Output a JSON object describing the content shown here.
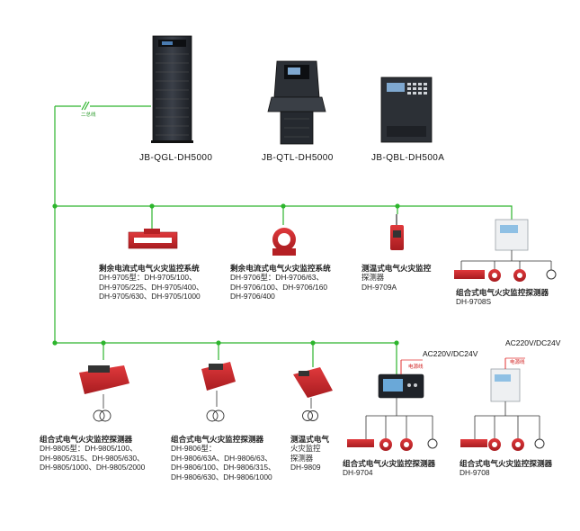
{
  "colors": {
    "bus": "#2db52d",
    "device_red": "#c8262a",
    "cabinet": "#262a30",
    "power_line": "#e03030"
  },
  "bus_label": "二总线",
  "controllers": [
    {
      "model": "JB-QGL-DH5000"
    },
    {
      "model": "JB-QTL-DH5000"
    },
    {
      "model": "JB-QBL-DH500A"
    }
  ],
  "row1": [
    {
      "title": "剩余电流式电气火灾监控系统",
      "lines": [
        "DH-9705型：DH-9705/100、",
        "DH-9705/225、DH-9705/400、",
        "DH-9705/630、DH-9705/1000"
      ]
    },
    {
      "title": "剩余电流式电气火灾监控系统",
      "lines": [
        "DH-9706型：DH-9706/63、",
        "DH-9706/100、DH-9706/160",
        "DH-9706/400"
      ]
    },
    {
      "title": "测温式电气火灾监控",
      "lines": [
        "探测器",
        "DH-9709A"
      ]
    },
    {
      "title": "组合式电气火灾监控探测器",
      "lines": [
        "DH-9708S"
      ]
    }
  ],
  "row2": [
    {
      "title": "组合式电气火灾监控探测器",
      "lines": [
        "DH-9805型：DH-9805/100、",
        "DH-9805/315、DH-9805/630、",
        "DH-9805/1000、DH-9805/2000"
      ]
    },
    {
      "title": "组合式电气火灾监控探测器",
      "lines": [
        "DH-9806型：",
        "DH-9806/63A、DH-9806/63、",
        "DH-9806/100、DH-9806/315、",
        "DH-9806/630、DH-9806/1000"
      ]
    },
    {
      "title": "测温式电气",
      "lines": [
        "火灾监控",
        "探测器",
        "DH-9809"
      ]
    },
    {
      "title": "组合式电气火灾监控探测器",
      "lines": [
        "DH-9704"
      ]
    },
    {
      "title": "组合式电气火灾监控探测器",
      "lines": [
        "DH-9708"
      ]
    }
  ],
  "power": [
    {
      "voltage": "AC220V/DC24V",
      "tag": "电源线"
    },
    {
      "voltage": "AC220V/DC24V",
      "tag": "电源线"
    }
  ]
}
